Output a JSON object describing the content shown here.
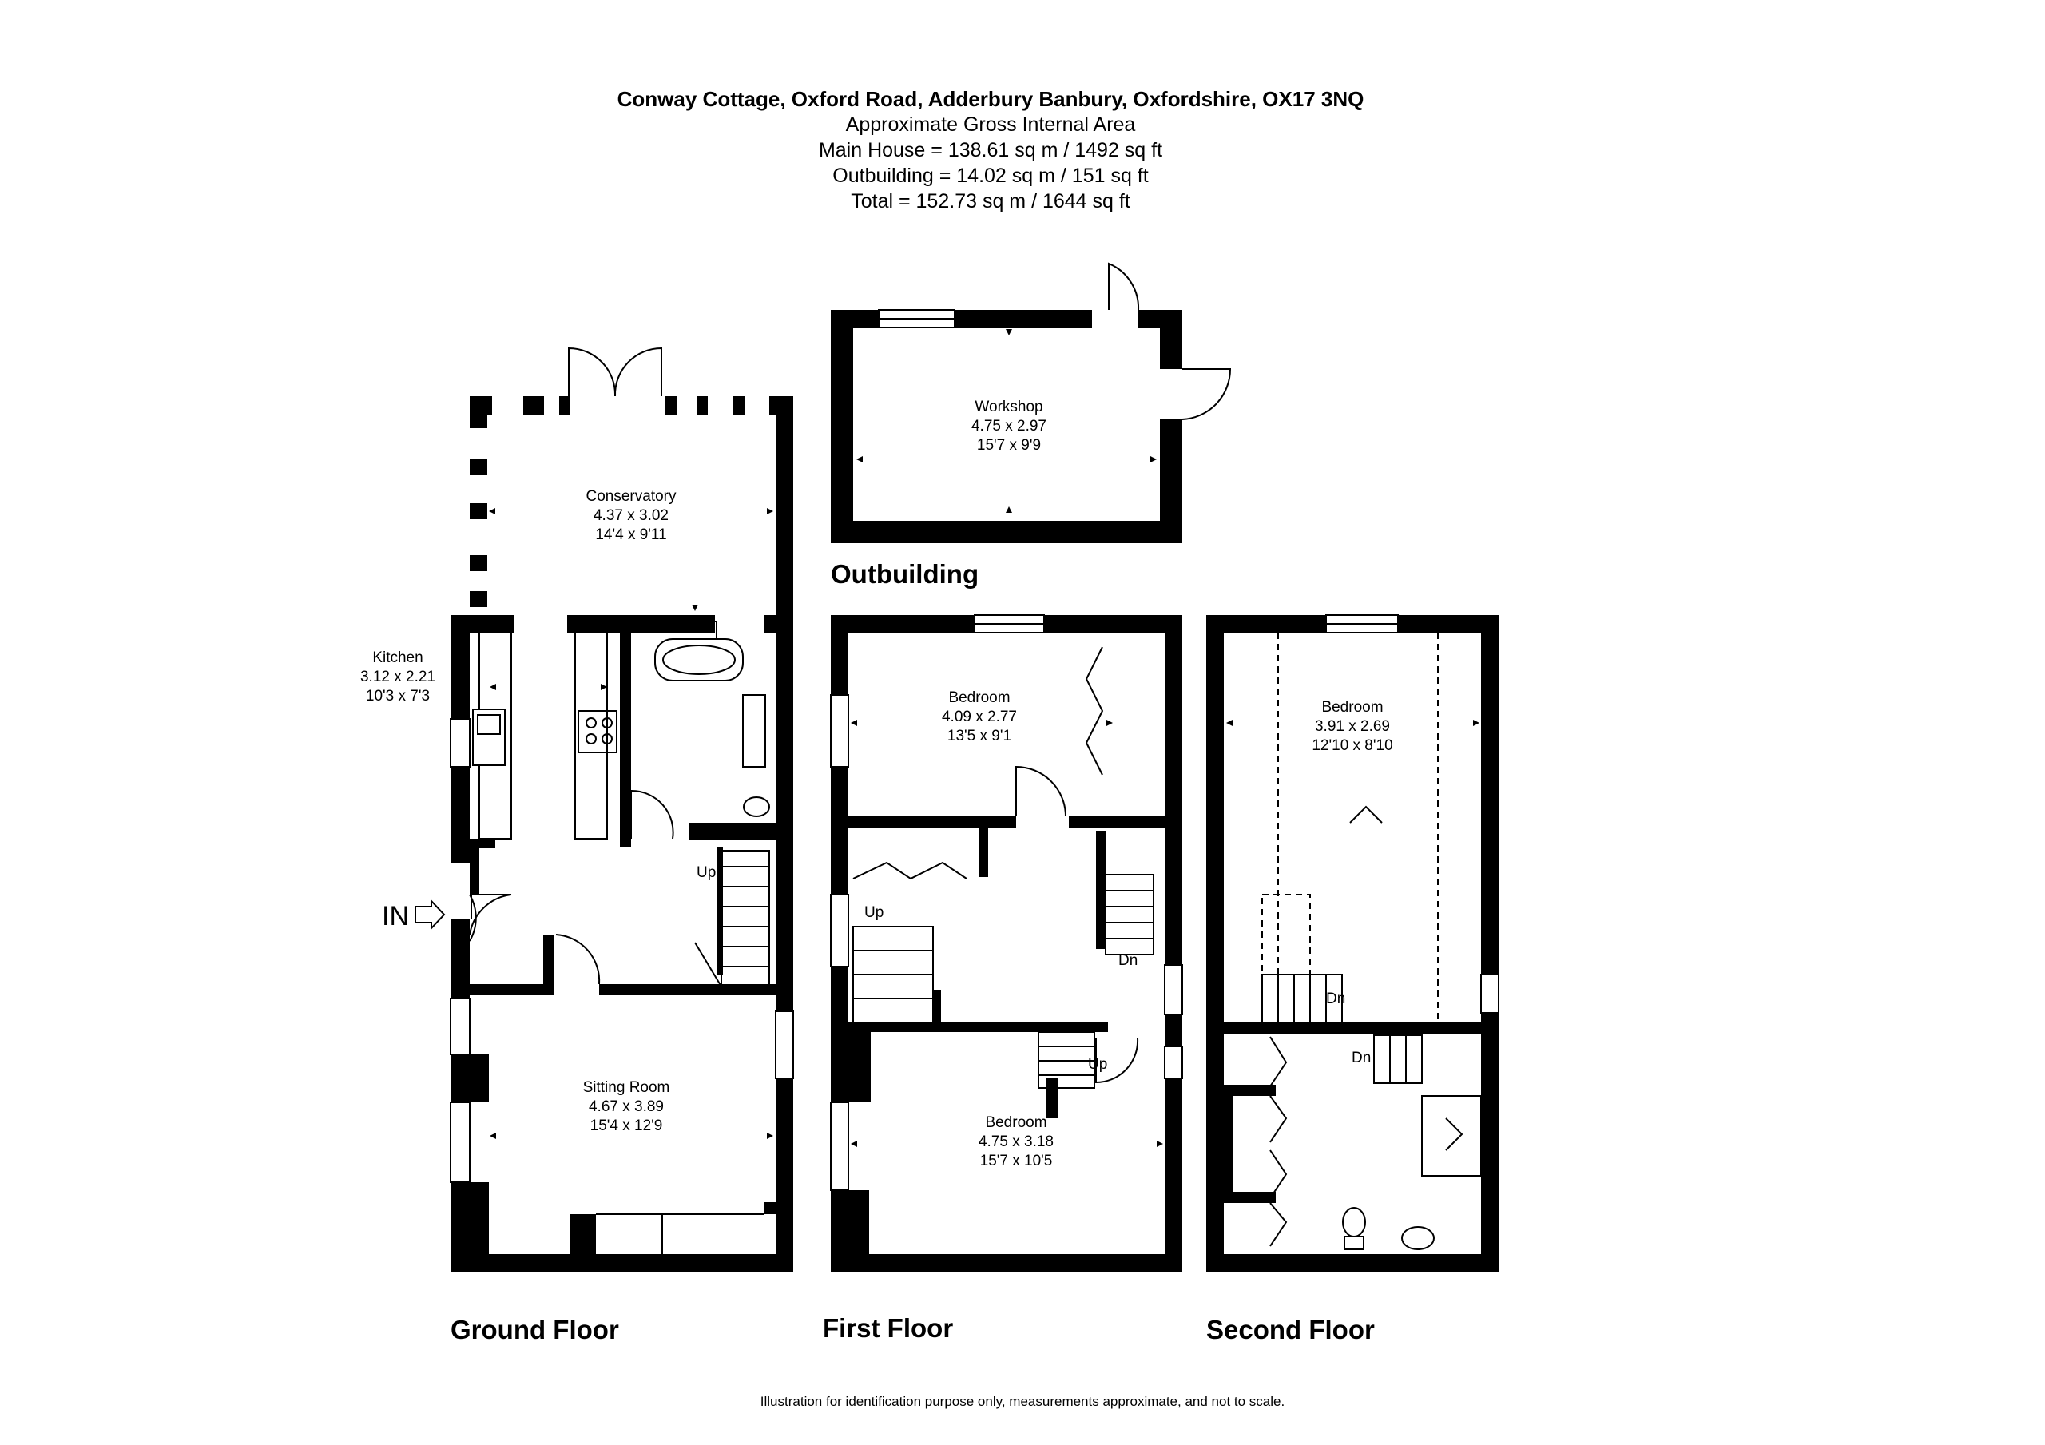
{
  "header": {
    "address": "Conway Cottage, Oxford Road, Adderbury Banbury, Oxfordshire, OX17 3NQ",
    "area_title": "Approximate Gross Internal Area",
    "main_house": "Main House = 138.61 sq m / 1492 sq ft",
    "outbuilding": "Outbuilding = 14.02 sq m / 151 sq ft",
    "total": "Total = 152.73 sq m / 1644 sq ft"
  },
  "rooms": {
    "workshop": {
      "name": "Workshop",
      "metric": "4.75 x 2.97",
      "imperial": "15'7 x 9'9"
    },
    "conservatory": {
      "name": "Conservatory",
      "metric": "4.37 x 3.02",
      "imperial": "14'4 x 9'11"
    },
    "kitchen": {
      "name": "Kitchen",
      "metric": "3.12 x 2.21",
      "imperial": "10'3 x 7'3"
    },
    "sitting_room": {
      "name": "Sitting Room",
      "metric": "4.67 x 3.89",
      "imperial": "15'4 x 12'9"
    },
    "first_bedroom_1": {
      "name": "Bedroom",
      "metric": "4.09 x 2.77",
      "imperial": "13'5 x 9'1"
    },
    "first_bedroom_2": {
      "name": "Bedroom",
      "metric": "4.75 x 3.18",
      "imperial": "15'7 x 10'5"
    },
    "second_bedroom": {
      "name": "Bedroom",
      "metric": "3.91 x 2.69",
      "imperial": "12'10 x 8'10"
    }
  },
  "stair_labels": {
    "ground_up": "Up",
    "first_up_left": "Up",
    "first_dn": "Dn",
    "first_up_right": "Up",
    "second_dn_1": "Dn",
    "second_dn_2": "Dn"
  },
  "entrance": "IN",
  "floors": {
    "outbuilding": "Outbuilding",
    "ground": "Ground Floor",
    "first": "First Floor",
    "second": "Second Floor"
  },
  "footer": "Illustration for identification purpose only, measurements approximate, and not to scale."
}
